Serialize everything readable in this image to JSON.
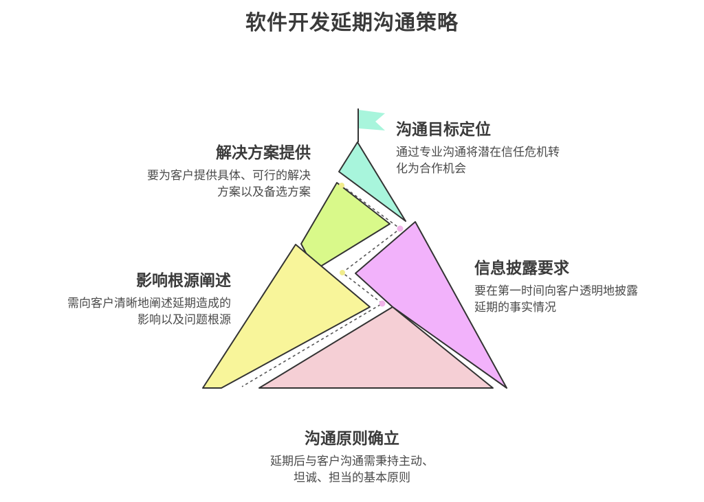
{
  "title": "软件开发延期沟通策略",
  "colors": {
    "goal": "#a8f5dc",
    "solution": "#d9f98a",
    "impact": "#f8f59a",
    "disclose": "#f2b2fb",
    "principle": "#f5cfd5",
    "outline": "#333333",
    "dot_yellow": "#f1ec8c",
    "dot_pink": "#f1b4e9"
  },
  "sections": {
    "goal": {
      "heading": "沟通目标定位",
      "desc_lines": [
        "通过专业沟通将潜在信任危机转",
        "化为合作机会"
      ]
    },
    "solution": {
      "heading": "解决方案提供",
      "desc_lines": [
        "要为客户提供具体、可行的解决",
        "方案以及备选方案"
      ]
    },
    "disclose": {
      "heading": "信息披露要求",
      "desc_lines": [
        "要在第一时间向客户透明地披露",
        "延期的事实情况"
      ]
    },
    "impact": {
      "heading": "影响根源阐述",
      "desc_lines": [
        "需向客户清晰地阐述延期造成的",
        "影响以及问题根源"
      ]
    },
    "principle": {
      "heading": "沟通原则确立",
      "desc_lines": [
        "延期后与客户沟通需秉持主动、",
        "坦诚、担当的基本原则"
      ]
    }
  },
  "icons": {
    "flag": "flag-icon"
  }
}
